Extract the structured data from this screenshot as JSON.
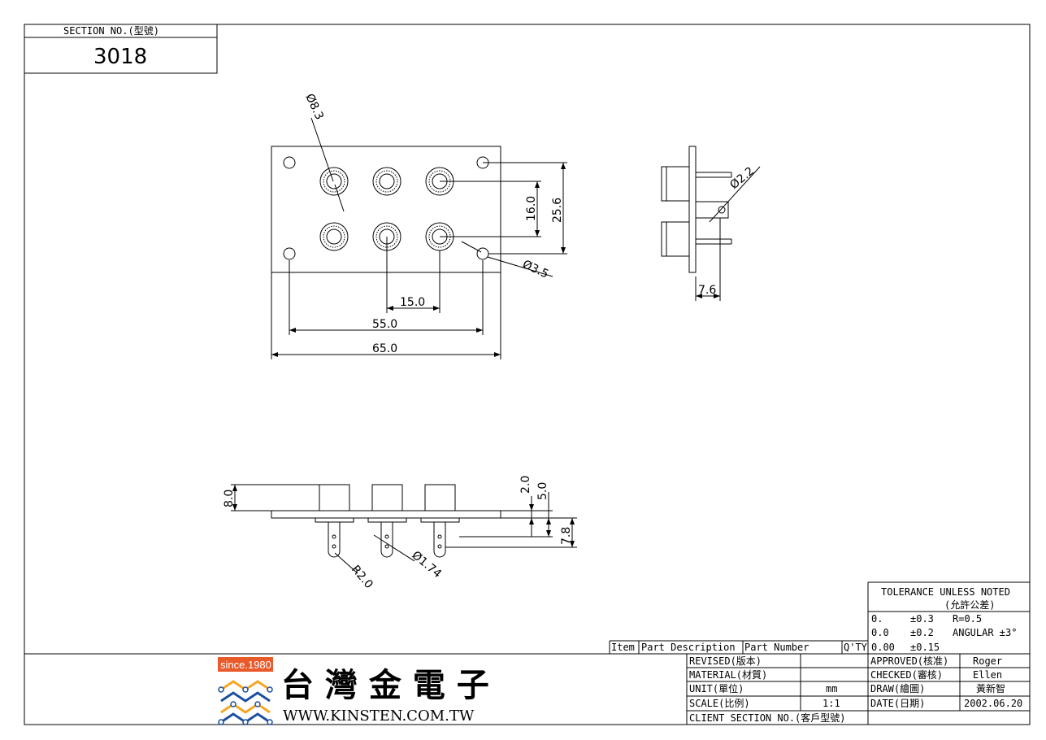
{
  "header": {
    "section_label": "SECTION NO.(型號)",
    "section_value": "3018"
  },
  "dimensions": {
    "d_jack": "Ø8.3",
    "d_hole": "Ø3.5",
    "d_pin": "Ø2.2",
    "pitch_v": "16.0",
    "height_v": "25.6",
    "pitch_h": "15.0",
    "hole_span": "55.0",
    "width": "65.0",
    "depth": "7.6",
    "jack_h": "8.0",
    "d1": "2.0",
    "d2": "5.0",
    "d3": "7.8",
    "radius": "R2.0",
    "d_small": "Ø1.74"
  },
  "tolerance": {
    "title": "TOLERANCE UNLESS NOTED",
    "subtitle": "(允許公差)",
    "row1_a": "0.",
    "row1_b": "±0.3",
    "row1_c": "R=0.5",
    "row2_a": "0.0",
    "row2_b": "±0.2",
    "row2_c": "ANGULAR ±3°",
    "row3_a": "0.00",
    "row3_b": "±0.15"
  },
  "bom_header": {
    "item": "Item",
    "desc": "Part Description",
    "part": "Part Number",
    "qty": "Q'TY"
  },
  "titleblock": {
    "revised": "REVISED(版本)",
    "material": "MATERIAL(材質)",
    "unit": "UNIT(單位)",
    "unit_val": "mm",
    "scale": "SCALE(比例)",
    "scale_val": "1:1",
    "client": "CLIENT SECTION NO.(客戶型號)",
    "approved": "APPROVED(核准)",
    "approved_val": "Roger",
    "checked": "CHECKED(審核)",
    "checked_val": "Ellen",
    "draw": "DRAW(繪圖)",
    "draw_val": "黃新智",
    "date": "DATE(日期)",
    "date_val": "2002.06.20"
  },
  "logo": {
    "since": "since.1980",
    "company": "台 灣 金 電 子",
    "url": "WWW.KINSTEN.COM.TW",
    "colors": {
      "since_bg": "#e85a2a",
      "wave_orange": "#f5a623",
      "wave_blue": "#1a4fa0"
    }
  }
}
